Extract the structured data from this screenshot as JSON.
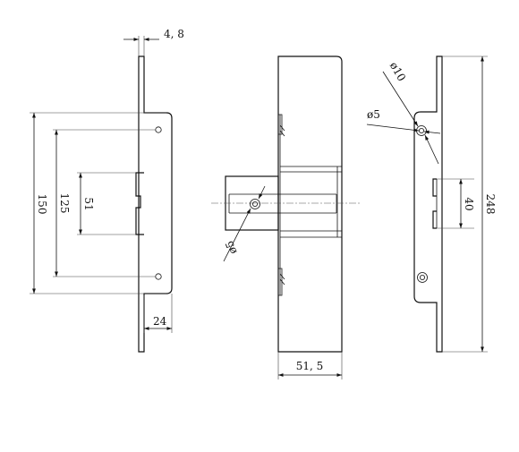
{
  "dimensions": {
    "left_top_thickness": "4, 8",
    "left_outer_height": "150",
    "left_hole_spacing": "125",
    "left_slot": "51",
    "left_bottom_width": "24",
    "middle_hole_dia": "ø5",
    "middle_width": "51, 5",
    "right_large_dia": "ø10",
    "right_small_dia": "ø5",
    "right_slot": "40",
    "right_total_height": "248"
  }
}
